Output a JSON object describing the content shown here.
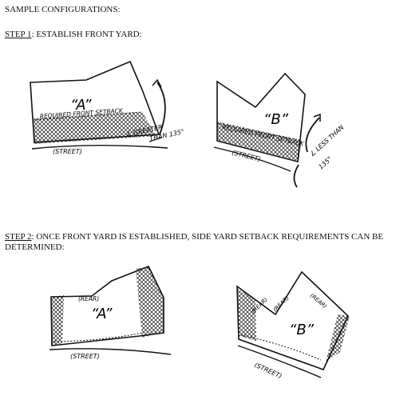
{
  "title": "SAMPLE CONFIGURATIONS:",
  "step1": {
    "label": "STEP 1",
    "text": ": ESTABLISH FRONT YARD:"
  },
  "step2": {
    "label": "STEP 2",
    "text": ": ONCE FRONT YARD IS ESTABLISHED, SIDE YARD SETBACK REQUIREMENTS CAN BE DETERMINED:"
  },
  "lot_a_label": "“A”",
  "lot_b_label": "“B”",
  "street_label": "(STREET)",
  "front_setback_label": "REQUIRED FRONT SETBACK",
  "angle_a": {
    "line1": "∠ GREATER",
    "line2": "THAN 135°"
  },
  "angle_b": {
    "line1": "∠ LESS THAN",
    "line2": "135°"
  },
  "rear_label": "(REAR)"
}
